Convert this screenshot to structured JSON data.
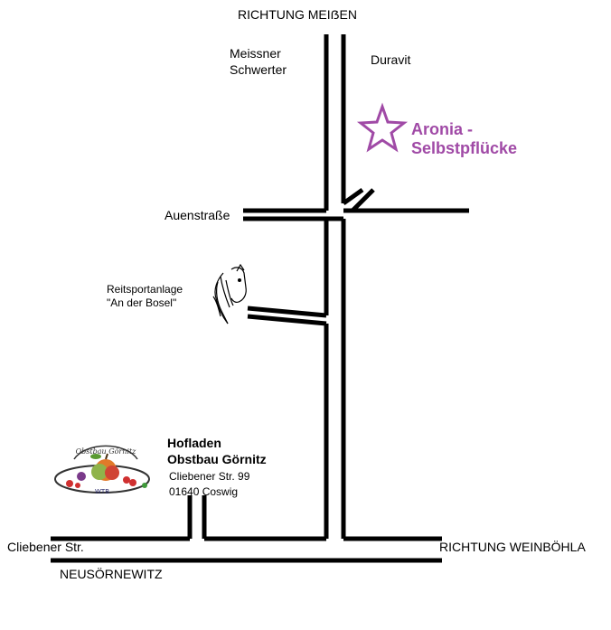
{
  "labels": {
    "north": "RICHTUNG MEIẞEN",
    "meissner_1": "Meissner",
    "meissner_2": "Schwerter",
    "duravit": "Duravit",
    "aronia_1": "Aronia -",
    "aronia_2": "Selbstpflücke",
    "auenstrasse": "Auenstraße",
    "reit_1": "Reitsportanlage",
    "reit_2": "\"An der Bosel\"",
    "hofladen_1": "Hofladen",
    "hofladen_2": "Obstbau Görnitz",
    "address_1": "Cliebener Str. 99",
    "address_2": "01640 Coswig",
    "cliebener": "Cliebener Str.",
    "weinboehla": "RICHTUNG WEINBÖHLA",
    "neusoernewitz": "NEUSÖRNEWITZ"
  },
  "logo": {
    "arc_text": "Obstbau Görnitz",
    "bottom_text": "WTB"
  },
  "icons": {
    "destination": "star-icon",
    "riding_stable": "horse-head-icon",
    "farm_shop": "apple-logo-icon"
  },
  "colors": {
    "road": "#000000",
    "destination": "#a04aa6"
  }
}
